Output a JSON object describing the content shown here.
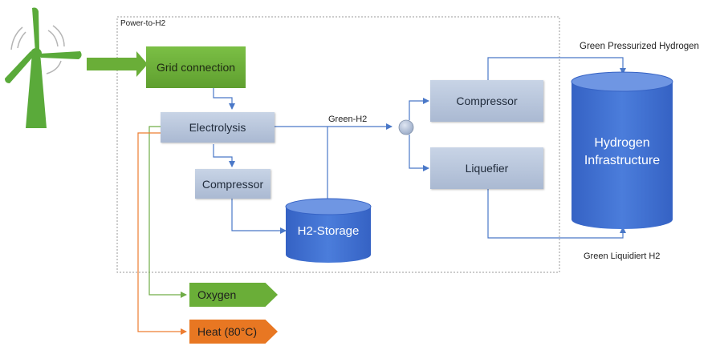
{
  "boundary": {
    "label": "Power-to-H2"
  },
  "nodes": {
    "grid_connection": "Grid connection",
    "electrolysis": "Electrolysis",
    "compressor_low": "Compressor",
    "h2_storage": "H2-Storage",
    "compressor_high": "Compressor",
    "liquefier": "Liquefier",
    "hydrogen_infrastructure_line1": "Hydrogen",
    "hydrogen_infrastructure_line2": "Infrastructure",
    "oxygen": "Oxygen",
    "heat": "Heat (80°C)"
  },
  "edge_labels": {
    "green_h2": "Green-H2",
    "green_pressurized": "Green Pressurized Hydrogen",
    "green_liquid": "Green Liquidiert H2"
  },
  "icons": [
    "wind-turbine-icon",
    "arrow-right-icon"
  ],
  "colors": {
    "green_fill": "#6aae38",
    "orange_fill": "#e87722",
    "blue_cylinder": "#3f6ecf",
    "flow_line": "#4a78c8",
    "process_fill": "#b9c6dd",
    "oxygen_line": "#70ad47",
    "heat_line": "#ed7d31"
  }
}
